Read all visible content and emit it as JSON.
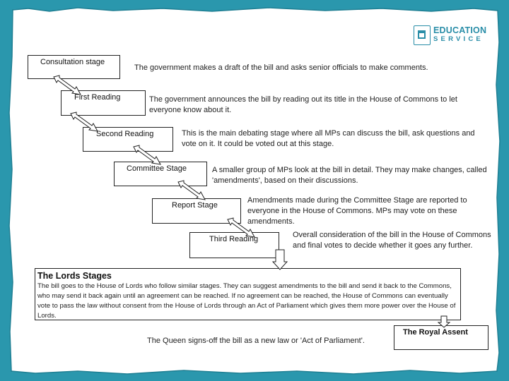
{
  "logo": {
    "line1": "EDUCATION",
    "line2": "SERVICE"
  },
  "stages": [
    {
      "label": "Consultation stage",
      "description": "The government makes a draft of the bill and asks senior officials to make comments."
    },
    {
      "label": "First Reading",
      "description": "The government announces the bill by reading out its title in the House of Commons to let everyone know about it."
    },
    {
      "label": "Second Reading",
      "description": "This is the main debating stage where all MPs can discuss the bill, ask questions and vote on it. It could be voted out at this stage."
    },
    {
      "label": "Committee Stage",
      "description": "A smaller group of MPs look at the bill in detail. They may make changes, called 'amendments', based on their discussions."
    },
    {
      "label": "Report Stage",
      "description": "Amendments made during the Committee Stage are reported to everyone in the House of Commons. MPs may vote on these amendments."
    },
    {
      "label": "Third Reading",
      "description": "Overall consideration of the bill in the House of Commons and final votes to decide whether it goes any further."
    }
  ],
  "lords": {
    "title": "The Lords Stages",
    "body": "The bill goes to the House of Lords who follow similar stages. They can suggest amendments to the bill and send it back to the Commons, who may send it back again until an agreement can be reached. If no agreement can be reached, the House of Commons can eventually vote to pass the law without consent from the House of Lords through an Act of Parliament which gives them more power over the House of Lords."
  },
  "royal_assent": {
    "label": "The Royal Assent",
    "description": "The Queen signs-off the bill as a new law or 'Act of Parliament'."
  }
}
